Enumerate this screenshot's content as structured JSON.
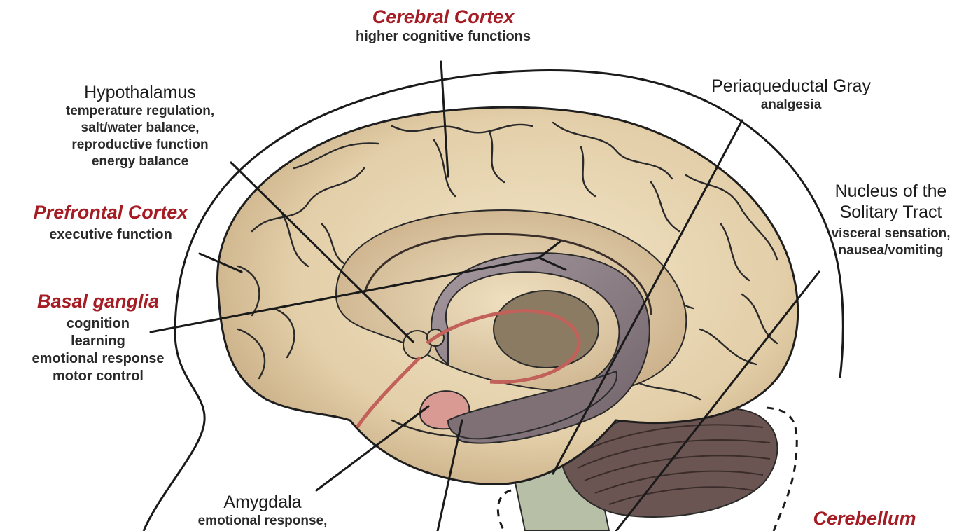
{
  "labels": {
    "cerebral_cortex": {
      "title": "Cerebral Cortex",
      "functions": [
        "higher cognitive functions"
      ]
    },
    "hypothalamus": {
      "title": "Hypothalamus",
      "functions": [
        "temperature regulation,",
        "salt/water balance,",
        "reproductive function",
        "energy balance"
      ]
    },
    "prefrontal_cortex": {
      "title": "Prefrontal Cortex",
      "functions": [
        "executive function"
      ]
    },
    "basal_ganglia": {
      "title": "Basal ganglia",
      "functions": [
        "cognition",
        "learning",
        "emotional response",
        "motor control"
      ]
    },
    "periaqueductal_gray": {
      "title": "Periaqueductal Gray",
      "functions": [
        "analgesia"
      ]
    },
    "nucleus_solitary_tract": {
      "title_lines": [
        "Nucleus of the",
        "Solitary Tract"
      ],
      "functions": [
        "visceral sensation,",
        "nausea/vomiting"
      ]
    },
    "amygdala": {
      "title": "Amygdala",
      "functions": [
        "emotional response,"
      ]
    },
    "cerebellum": {
      "title": "Cerebellum"
    }
  },
  "colors": {
    "accent_red": "#a51c24",
    "brain_tan": "#e6d3b0",
    "limbic_gray": "#8f7f84",
    "amygdala_pink": "#d99a94",
    "brainstem_green": "#b7c0a6",
    "cerebellum_brown": "#6b5552"
  }
}
